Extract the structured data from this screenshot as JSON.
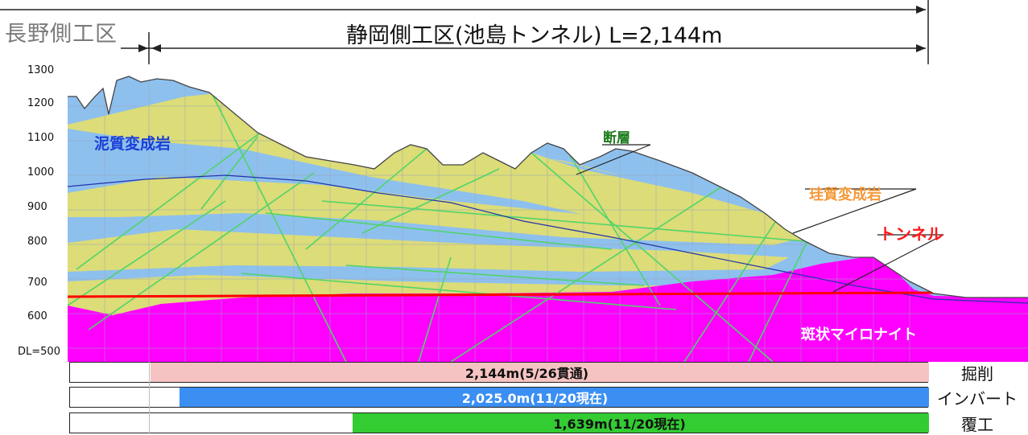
{
  "header": {
    "left_section": "長野側工区",
    "main_section": "静岡側工区(池島トンネル) L=2,144m"
  },
  "y_axis": {
    "labels": [
      "1300",
      "1200",
      "1100",
      "1000",
      "900",
      "800",
      "700",
      "600",
      "DL=500"
    ]
  },
  "geology": {
    "mudstone": "泥質変成岩",
    "fault": "断層",
    "siliceous": "珪質変成岩",
    "tunnel": "トンネル",
    "mylonite": "斑状マイロナイト"
  },
  "colors": {
    "mudstone": "#8ec0ee",
    "siliceous": "#dcdc78",
    "mylonite": "#ff00ff",
    "fault_line": "#4fd46a",
    "tunnel_line": "#ff0000",
    "excavation": "#f6c3c3",
    "invert": "#3b8ff3",
    "lining": "#33cc33"
  },
  "progress": [
    {
      "label": "掘削",
      "text": "2,144m(5/26貫通)",
      "fraction": 1.0
    },
    {
      "label": "インバート",
      "text": "2,025.0m(11/20現在)",
      "fraction": 0.944
    },
    {
      "label": "覆工",
      "text": "1,639m(11/20現在)",
      "fraction": 0.764
    }
  ]
}
